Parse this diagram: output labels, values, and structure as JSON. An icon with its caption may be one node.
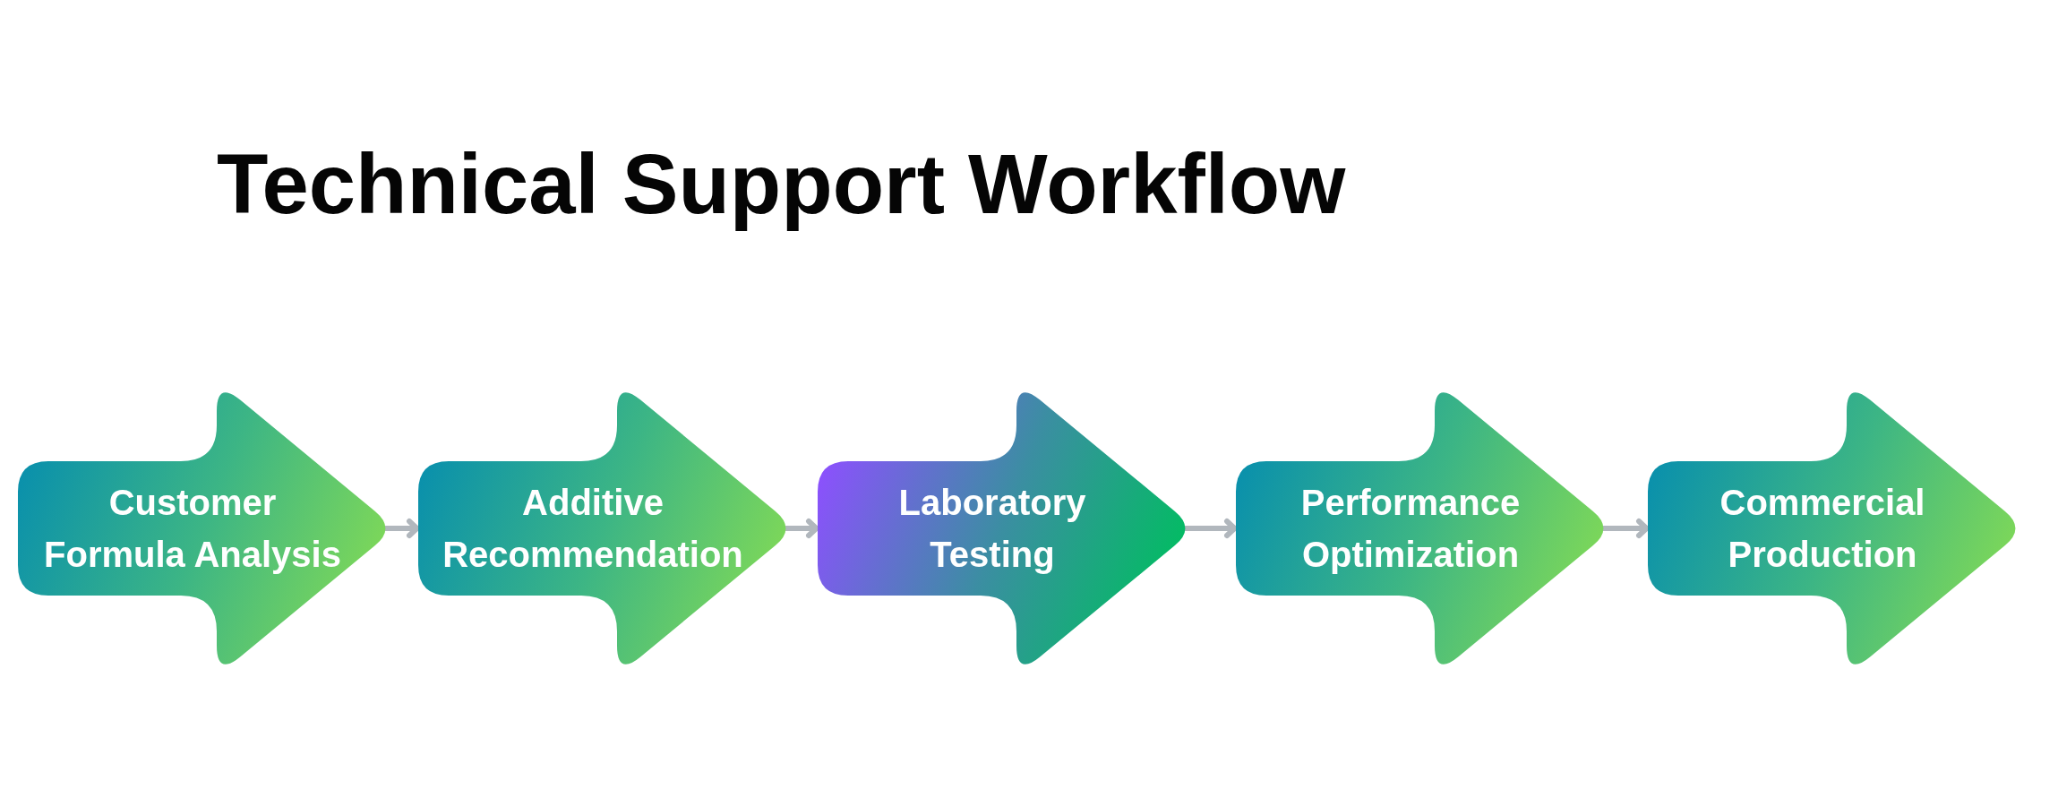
{
  "diagram": {
    "title": "Technical Support Workflow",
    "nodes": [
      {
        "text": [
          "Customer Formula Analysis"
        ]
      },
      {
        "text": [
          "Additive Recommendation"
        ]
      },
      {
        "text": [
          "Laboratory Testing"
        ]
      },
      {
        "text": [
          "Performance Optimization"
        ]
      },
      {
        "text": [
          "Commercial Production"
        ]
      }
    ],
    "edges": [
      {
        "from": 0,
        "to": 1,
        "arrow": "to"
      },
      {
        "from": 1,
        "to": 2,
        "arrow": "to"
      },
      {
        "from": 2,
        "to": 3,
        "arrow": "to"
      },
      {
        "from": 3,
        "to": 4,
        "arrow": "to"
      }
    ]
  }
}
